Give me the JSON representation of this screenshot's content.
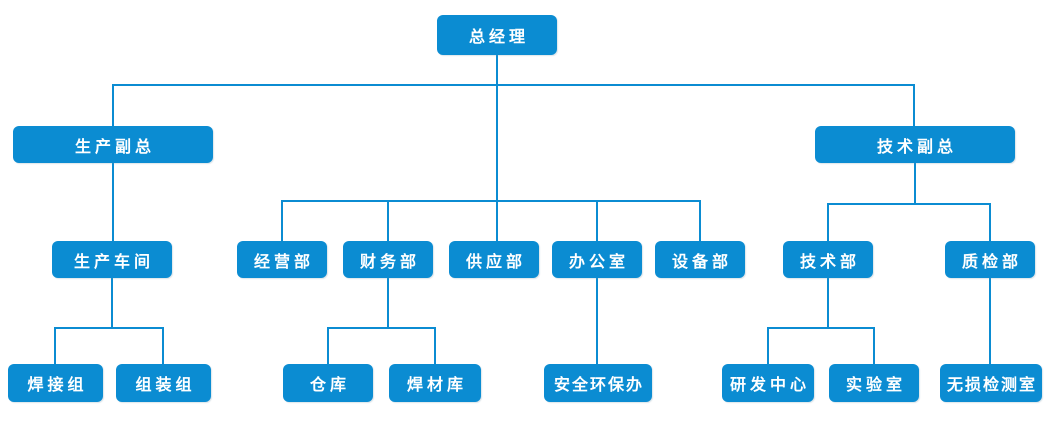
{
  "theme": {
    "node_color": "#0b8cd2",
    "line_color": "#0b8cd2",
    "text_color": "#ffffff",
    "background": "#ffffff"
  },
  "org_chart": {
    "type": "organization-chart",
    "nodes": {
      "general_manager": {
        "label": "总经理"
      },
      "production_vp": {
        "label": "生产副总"
      },
      "technical_vp": {
        "label": "技术副总"
      },
      "production_workshop": {
        "label": "生产车间"
      },
      "business_dept": {
        "label": "经营部"
      },
      "finance_dept": {
        "label": "财务部"
      },
      "supply_dept": {
        "label": "供应部"
      },
      "office": {
        "label": "办公室"
      },
      "equipment_dept": {
        "label": "设备部"
      },
      "technical_dept": {
        "label": "技术部"
      },
      "quality_dept": {
        "label": "质检部"
      },
      "welding_group": {
        "label": "焊接组"
      },
      "assembly_group": {
        "label": "组装组"
      },
      "warehouse": {
        "label": "仓库"
      },
      "welding_material_warehouse": {
        "label": "焊材库"
      },
      "safety_env_office": {
        "label": "安全环保办"
      },
      "rd_center": {
        "label": "研发中心"
      },
      "laboratory": {
        "label": "实验室"
      },
      "ndt_room": {
        "label": "无损检测室"
      }
    },
    "hierarchy": {
      "general_manager": [
        "production_vp",
        "business_dept",
        "finance_dept",
        "supply_dept",
        "office",
        "equipment_dept",
        "technical_vp"
      ],
      "production_vp": [
        "production_workshop"
      ],
      "production_workshop": [
        "welding_group",
        "assembly_group"
      ],
      "finance_dept": [
        "warehouse",
        "welding_material_warehouse"
      ],
      "office": [
        "safety_env_office"
      ],
      "technical_vp": [
        "technical_dept",
        "quality_dept"
      ],
      "technical_dept": [
        "rd_center",
        "laboratory"
      ],
      "quality_dept": [
        "ndt_room"
      ]
    }
  }
}
